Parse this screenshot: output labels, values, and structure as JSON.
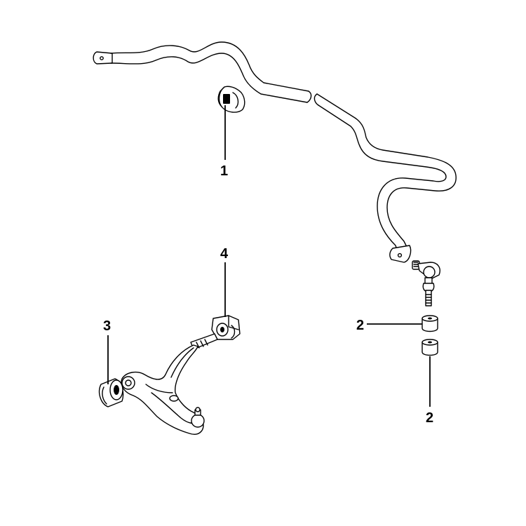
{
  "callouts": {
    "c1": "1",
    "c2a": "2",
    "c2b": "2",
    "c3": "3",
    "c4": "4"
  }
}
